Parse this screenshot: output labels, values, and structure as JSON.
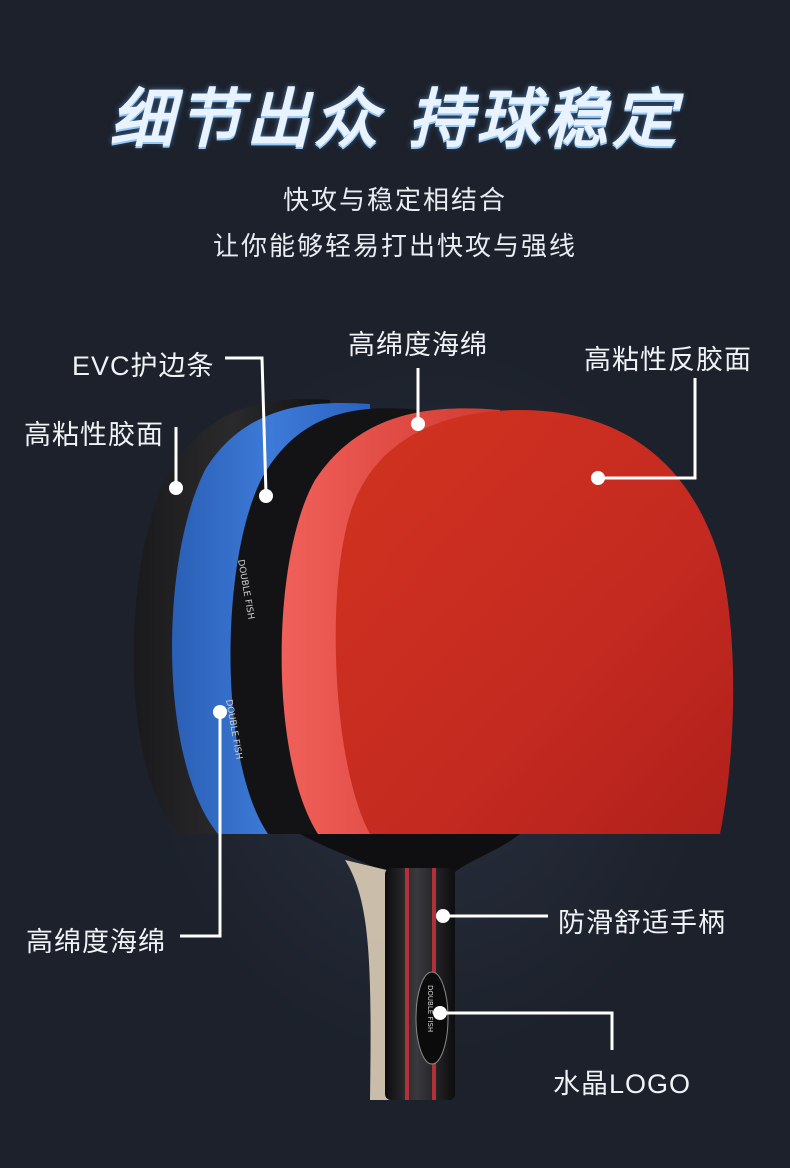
{
  "headline": "细节出众 持球稳定",
  "subtitle_lines": [
    "快攻与稳定相结合",
    "让你能够轻易打出快攻与强线"
  ],
  "callouts": {
    "evc_edge": "EVC护边条",
    "sponge_top": "高绵度海绵",
    "rubber_right": "高粘性反胶面",
    "rubber_left": "高粘性胶面",
    "sponge_bottom": "高绵度海绵",
    "handle": "防滑舒适手柄",
    "logo": "水晶LOGO"
  },
  "paddle_print": {
    "brand_text": "DOUBLE FISH",
    "handle_text": "DOUBLE FISH"
  },
  "colors": {
    "background": "#1c212b",
    "red_rubber": "#c8281e",
    "blue_layer": "#2f6fd0",
    "black_layer": "#141416",
    "callout_line": "#ffffff"
  }
}
